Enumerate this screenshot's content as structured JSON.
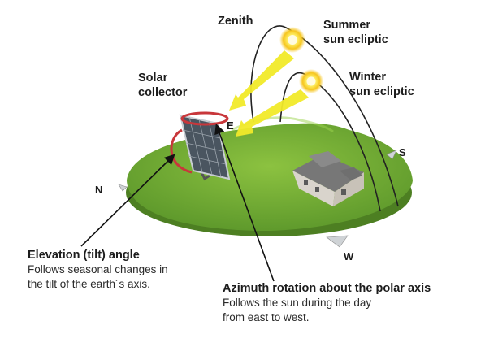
{
  "labels": {
    "zenith": "Zenith",
    "summer_line1": "Summer",
    "summer_line2": "sun ecliptic",
    "winter_line1": "Winter",
    "winter_line2": "sun ecliptic",
    "collector_line1": "Solar",
    "collector_line2": "collector",
    "east": "E",
    "south": "S",
    "north": "N",
    "west": "W"
  },
  "elevation": {
    "title": "Elevation (tilt) angle",
    "line1": "Follows seasonal changes in",
    "line2": "the tilt of the earth´s axis."
  },
  "azimuth": {
    "title": "Azimuth rotation about the polar axis",
    "line1": "Follows the sun during the day",
    "line2": "from east to west."
  },
  "colors": {
    "ground": "#7fb53a",
    "sun": "#f7d21e",
    "rays": "#f2ea2a",
    "rotation_ring": "#c8373b"
  }
}
